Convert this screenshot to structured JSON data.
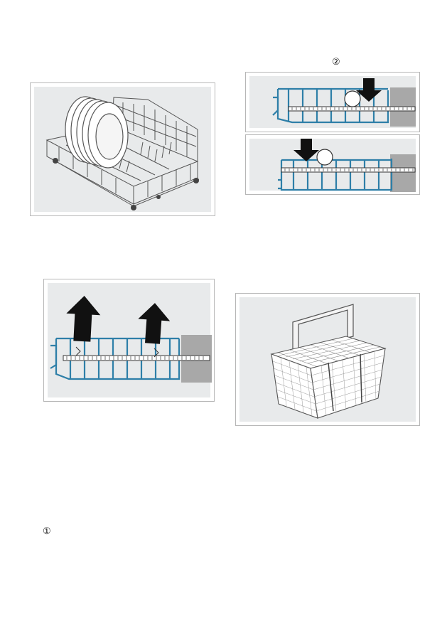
{
  "markers": {
    "marker_2": "②",
    "marker_1": "①"
  },
  "figures": [
    {
      "id": "lower-rack-plates",
      "icon": "dish-rack-icon"
    },
    {
      "id": "rack-lower-step",
      "icon": "down-arrow-icon"
    },
    {
      "id": "rack-upper-step",
      "icon": "down-arrow-icon"
    },
    {
      "id": "rack-remove",
      "icon": "up-arrow-icon"
    },
    {
      "id": "cutlery-basket",
      "icon": "cutlery-basket-icon"
    }
  ],
  "colors": {
    "rack_blue": "#2e7fa8",
    "panel_grey": "#e8eaeb",
    "wall_grey": "#a8a8a8",
    "arrow": "#111111"
  }
}
